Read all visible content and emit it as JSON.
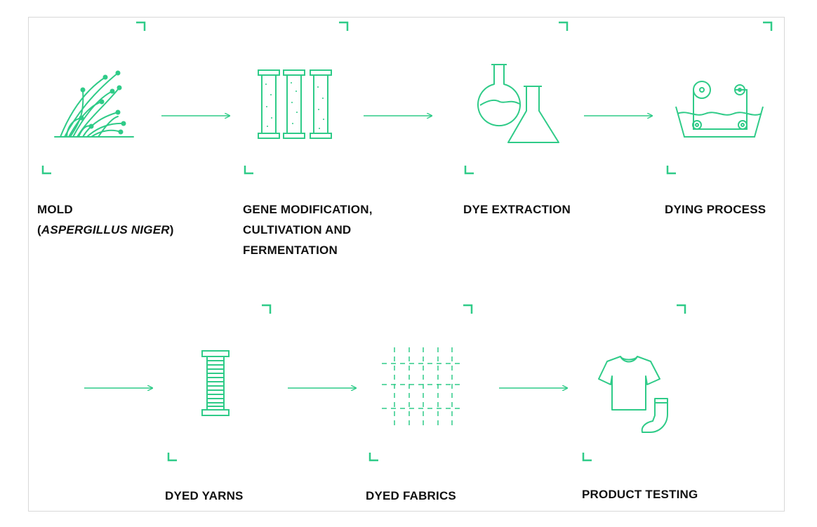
{
  "accent_color": "#2fcb88",
  "steps": [
    {
      "id": "mold",
      "icon": "mold-icon",
      "lines": [
        "MOLD"
      ],
      "italic_prefix": "(",
      "italic": "ASPERGILLUS NIGER",
      "italic_suffix": ")"
    },
    {
      "id": "gene",
      "icon": "test-tubes-icon",
      "lines": [
        "GENE MODIFICATION,",
        "CULTIVATION AND",
        "FERMENTATION"
      ]
    },
    {
      "id": "extraction",
      "icon": "flasks-icon",
      "lines": [
        "DYE EXTRACTION"
      ]
    },
    {
      "id": "dying",
      "icon": "dye-bath-icon",
      "lines": [
        "DYING PROCESS"
      ]
    },
    {
      "id": "yarns",
      "icon": "spool-icon",
      "lines": [
        "DYED YARNS"
      ]
    },
    {
      "id": "fabrics",
      "icon": "fabric-grid-icon",
      "lines": [
        "DYED FABRICS"
      ]
    },
    {
      "id": "testing",
      "icon": "tshirt-sock-icon",
      "lines": [
        "PRODUCT TESTING"
      ]
    }
  ]
}
